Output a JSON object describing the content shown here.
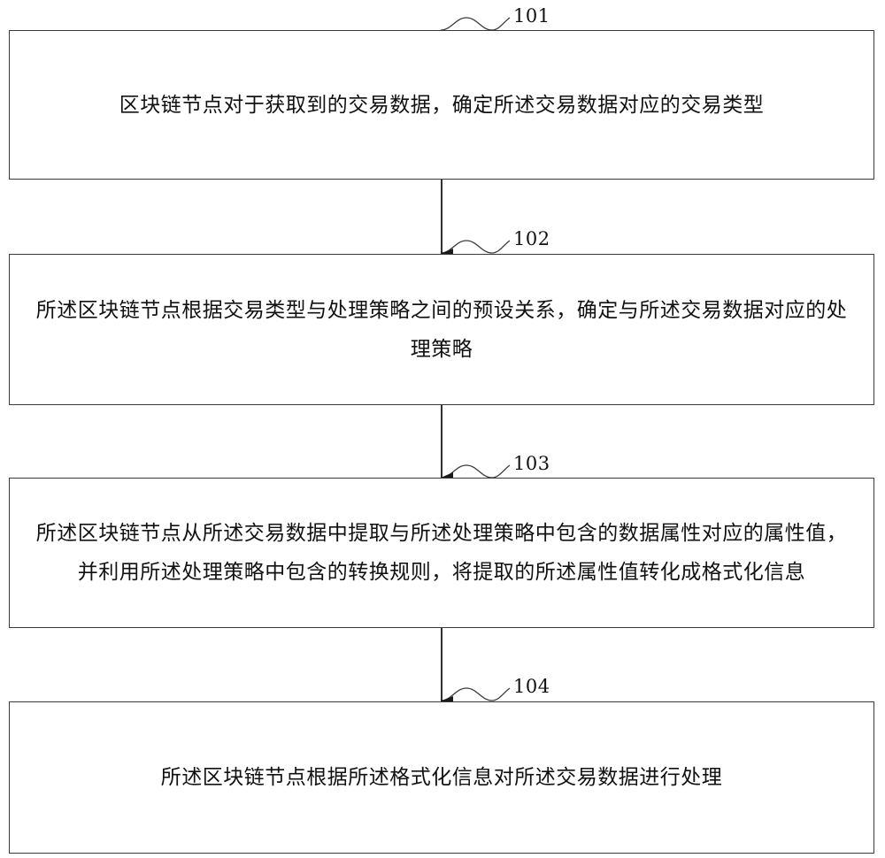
{
  "steps": [
    {
      "number": "101",
      "text": "区块链节点对于获取到的交易数据，确定所述交易数据对应的交易类型"
    },
    {
      "number": "102",
      "text": "所述区块链节点根据交易类型与处理策略之间的预设关系，确定与所述交易数据对应的处理策略"
    },
    {
      "number": "103",
      "text": "所述区块链节点从所述交易数据中提取与所述处理策略中包含的数据属性对应的属性值，并利用所述处理策略中包含的转换规则，将提取的所述属性值转化成格式化信息"
    },
    {
      "number": "104",
      "text": "所述区块链节点根据所述格式化信息对所述交易数据进行处理"
    }
  ],
  "colors": {
    "stroke": "#3a3a3a",
    "text": "#111111",
    "background": "#ffffff"
  }
}
